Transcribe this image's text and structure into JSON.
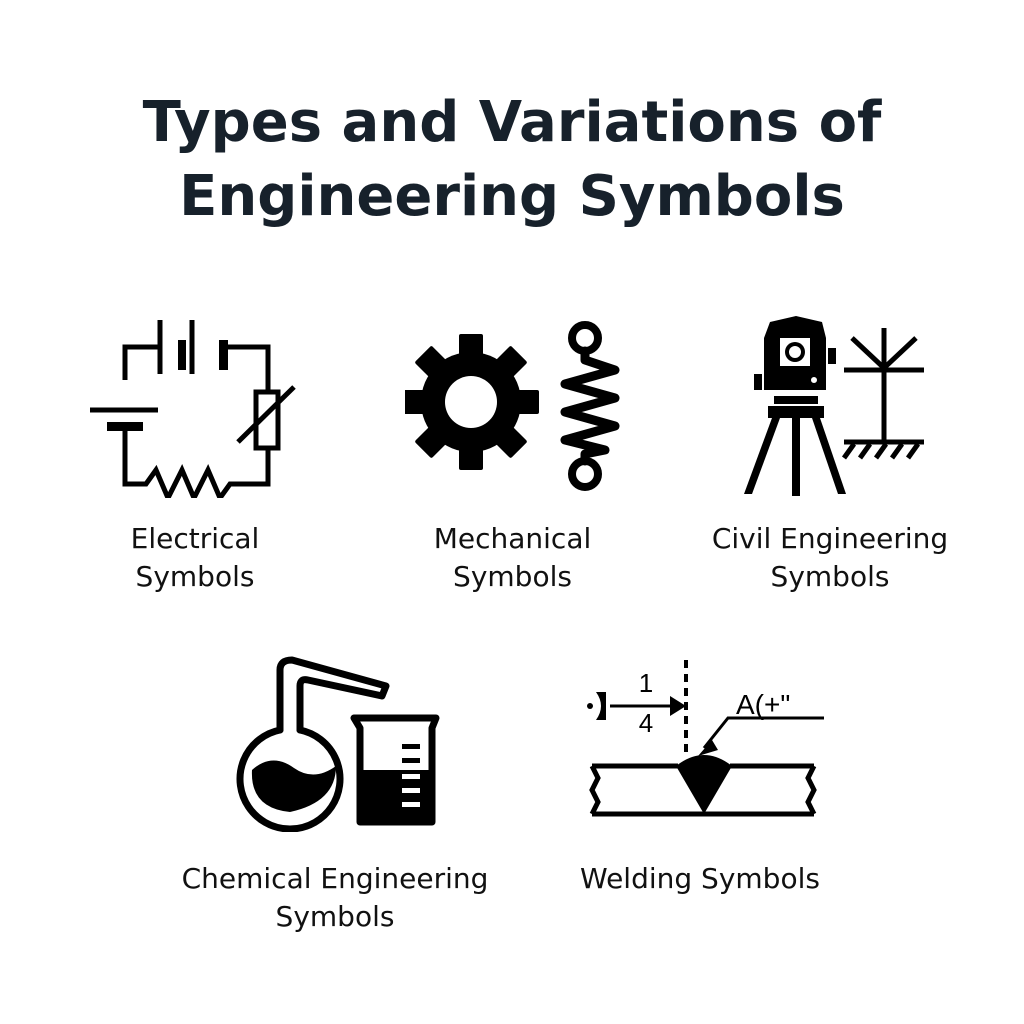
{
  "title": {
    "line1": "Types and Variations of",
    "line2": "Engineering Symbols"
  },
  "categories": [
    {
      "id": "electrical",
      "label_line1": "Electrical",
      "label_line2": "Symbols",
      "icon": "circuit-diagram-icon"
    },
    {
      "id": "mechanical",
      "label_line1": "Mechanical",
      "label_line2": "Symbols",
      "icon": "gear-and-spring-icon"
    },
    {
      "id": "civil",
      "label_line1": "Civil Engineering",
      "label_line2": "Symbols",
      "icon": "theodolite-and-benchmark-icon"
    },
    {
      "id": "chemical",
      "label_line1": "Chemical Engineering",
      "label_line2": "Symbols",
      "icon": "flask-and-beaker-icon"
    },
    {
      "id": "welding",
      "label_line1": "Welding Symbols",
      "label_line2": "",
      "icon": "weld-joint-icon"
    }
  ],
  "welding_annotations": {
    "fraction_top": "1",
    "fraction_bottom": "4",
    "reference_text": "A(+\""
  },
  "colors": {
    "title": "#17212b",
    "label": "#111111",
    "icon": "#000000",
    "background": "#ffffff"
  }
}
